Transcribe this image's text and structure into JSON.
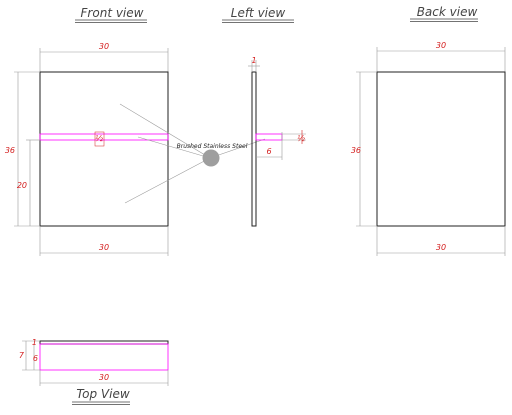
{
  "views": {
    "front": "Front view",
    "left": "Left view",
    "back": "Back view",
    "top": "Top View"
  },
  "material_label": "Brushed Stainless Steel",
  "dimensions": {
    "front_width_top": "30",
    "front_width_bottom": "30",
    "front_height": "36",
    "front_slot_offset": "20",
    "front_slot_thickness": "½",
    "left_thickness": "1",
    "left_slot_depth": "6",
    "left_slot_thickness": "½",
    "back_width_top": "30",
    "back_width_bottom": "30",
    "back_height": "36",
    "top_width": "30",
    "top_overall_depth": "7",
    "top_slot_depth": "6",
    "top_plate_thickness": "1"
  },
  "colors": {
    "outline": "#222222",
    "dimension_text": "#d42020",
    "dimension_line": "#9a9a9a",
    "slot_highlight": "#ff00ff",
    "material_marker": "#9e9e9e"
  }
}
